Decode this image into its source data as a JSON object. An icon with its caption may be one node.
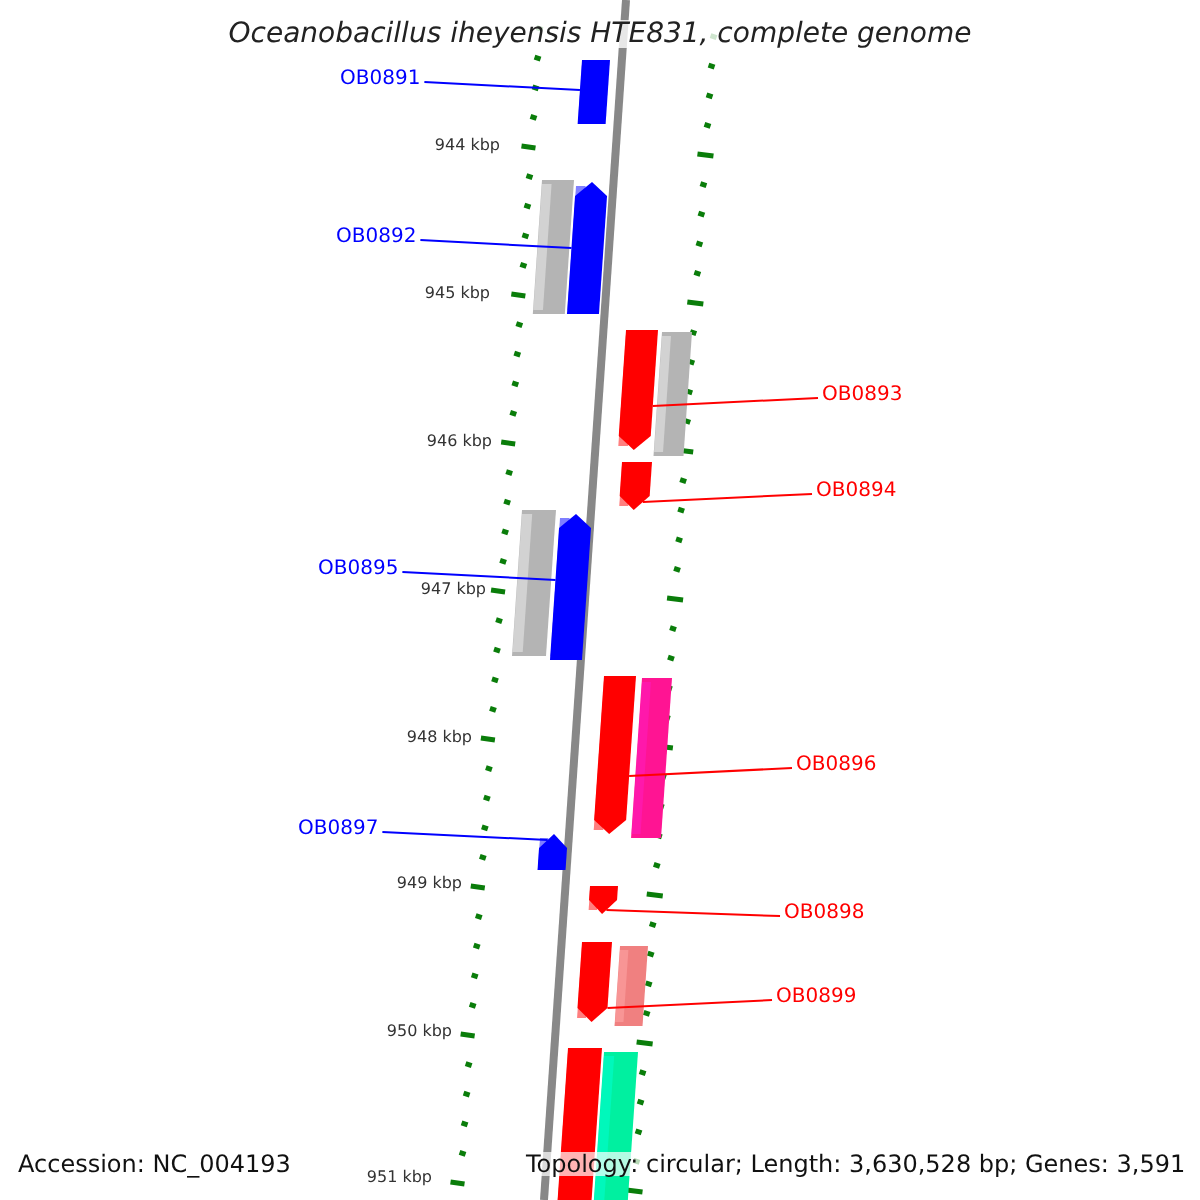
{
  "diagram": {
    "title": "Oceanobacillus iheyensis HTE831, complete genome",
    "nodes": [
      {
        "text": [
          "OB0891"
        ]
      },
      {
        "text": [],
        "shape": "bar"
      },
      {
        "text": [
          "OB0892"
        ]
      },
      {
        "text": [],
        "shape": "bar"
      },
      {
        "text": [],
        "shape": "bar"
      },
      {
        "text": [],
        "shape": "bar"
      },
      {
        "text": [],
        "shape": "bar"
      },
      {
        "text": [
          "OB0893"
        ]
      },
      {
        "text": [],
        "shape": "bar"
      },
      {
        "text": [
          "OB0894"
        ]
      },
      {
        "text": [
          "OB0895"
        ]
      },
      {
        "text": [],
        "shape": "bar"
      },
      {
        "text": [],
        "shape": "bar"
      },
      {
        "text": [],
        "shape": "bar"
      },
      {
        "text": [],
        "shape": "bar"
      },
      {
        "text": [
          "OB0896"
        ]
      },
      {
        "text": [
          "OB0897"
        ]
      },
      {
        "text": [],
        "shape": "bar"
      },
      {
        "text": [],
        "shape": "bar"
      },
      {
        "text": [
          "OB0898"
        ]
      },
      {
        "text": [],
        "shape": "bar"
      },
      {
        "text": [],
        "shape": "bar"
      },
      {
        "text": [
          "OB0899"
        ]
      },
      {
        "text": [],
        "shape": "bar"
      },
      {
        "text": [],
        "shape": "bar"
      }
    ],
    "edges": [
      {
        "from": 0,
        "to": 1,
        "arrow": "none",
        "color": "#0000ff"
      },
      {
        "from": 2,
        "to": 4,
        "arrow": "none",
        "color": "#0000ff"
      },
      {
        "from": 7,
        "to": 5,
        "arrow": "none",
        "color": "#ff0000"
      },
      {
        "from": 9,
        "to": 8,
        "arrow": "none",
        "color": "#ff0000"
      },
      {
        "from": 10,
        "to": 12,
        "arrow": "none",
        "color": "#0000ff"
      },
      {
        "from": 15,
        "to": 13,
        "arrow": "none",
        "color": "#ff0000"
      },
      {
        "from": 16,
        "to": 17,
        "arrow": "none",
        "color": "#0000ff"
      },
      {
        "from": 19,
        "to": 18,
        "arrow": "none",
        "color": "#ff0000"
      },
      {
        "from": 22,
        "to": 20,
        "arrow": "none",
        "color": "#ff0000"
      }
    ],
    "labels": [
      "944 kbp",
      "945 kbp",
      "946 kbp",
      "947 kbp",
      "948 kbp",
      "949 kbp",
      "950 kbp",
      "951 kbp",
      "Accession: NC_004193",
      "Topology: circular; Length: 3,630,528 bp; Genes: 3,591"
    ]
  }
}
